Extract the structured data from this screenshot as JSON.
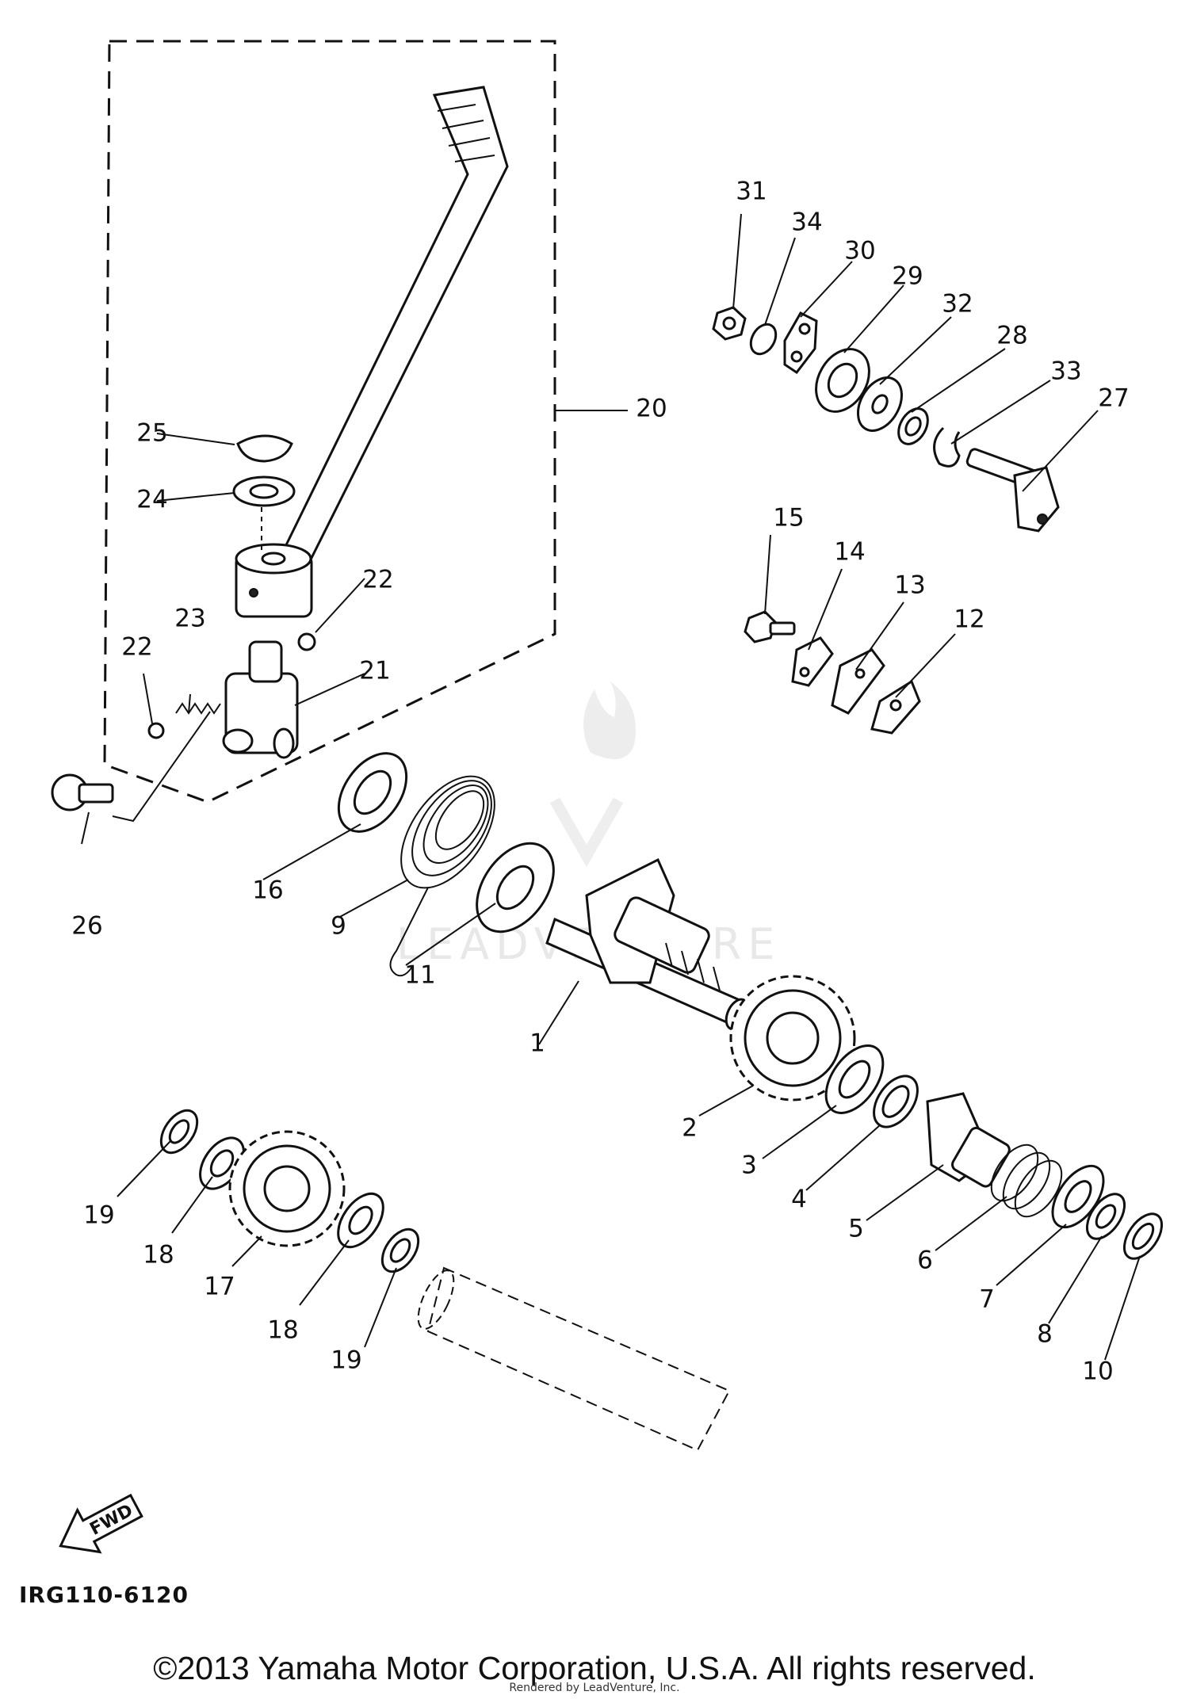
{
  "watermark": "LEADVENTURE",
  "assembly_box_label": "20",
  "part_labels": [
    {
      "id": "p1",
      "text": "1"
    },
    {
      "id": "p2",
      "text": "2"
    },
    {
      "id": "p3",
      "text": "3"
    },
    {
      "id": "p4",
      "text": "4"
    },
    {
      "id": "p5",
      "text": "5"
    },
    {
      "id": "p6",
      "text": "6"
    },
    {
      "id": "p7",
      "text": "7"
    },
    {
      "id": "p8",
      "text": "8"
    },
    {
      "id": "p9",
      "text": "9"
    },
    {
      "id": "p10",
      "text": "10"
    },
    {
      "id": "p11",
      "text": "11"
    },
    {
      "id": "p12",
      "text": "12"
    },
    {
      "id": "p13",
      "text": "13"
    },
    {
      "id": "p14",
      "text": "14"
    },
    {
      "id": "p15",
      "text": "15"
    },
    {
      "id": "p16",
      "text": "16"
    },
    {
      "id": "p17",
      "text": "17"
    },
    {
      "id": "p18a",
      "text": "18"
    },
    {
      "id": "p18b",
      "text": "18"
    },
    {
      "id": "p19a",
      "text": "19"
    },
    {
      "id": "p19b",
      "text": "19"
    },
    {
      "id": "p21",
      "text": "21"
    },
    {
      "id": "p22a",
      "text": "22"
    },
    {
      "id": "p22b",
      "text": "22"
    },
    {
      "id": "p23",
      "text": "23"
    },
    {
      "id": "p24",
      "text": "24"
    },
    {
      "id": "p25",
      "text": "25"
    },
    {
      "id": "p26",
      "text": "26"
    },
    {
      "id": "p27",
      "text": "27"
    },
    {
      "id": "p28",
      "text": "28"
    },
    {
      "id": "p29",
      "text": "29"
    },
    {
      "id": "p30",
      "text": "30"
    },
    {
      "id": "p31",
      "text": "31"
    },
    {
      "id": "p32",
      "text": "32"
    },
    {
      "id": "p33",
      "text": "33"
    },
    {
      "id": "p34",
      "text": "34"
    }
  ],
  "fwd_label": "FWD",
  "diagram_code": "IRG110-6120",
  "copyright": "©2013 Yamaha Motor Corporation, U.S.A. All rights reserved.",
  "rendered_by": "Rendered by LeadVenture, Inc."
}
